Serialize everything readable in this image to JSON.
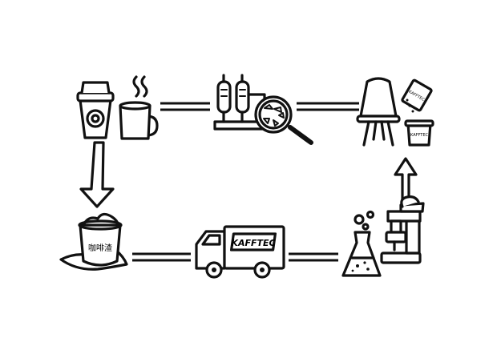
{
  "diagram": {
    "truck_logo": "KAFFTEC",
    "package_label": "KAFFTEC",
    "pot_label": "咖啡渣",
    "colors": {
      "ink": "#111111",
      "paper": "#ffffff"
    },
    "icons": [
      "coffee-cup-icon",
      "coffee-mug-icon",
      "filter-tanks-icon",
      "magnifier-icon",
      "chair-icon",
      "material-packet-icon",
      "material-tub-icon",
      "grounds-pot-icon",
      "delivery-truck-icon",
      "flask-icon",
      "microscope-icon"
    ]
  }
}
